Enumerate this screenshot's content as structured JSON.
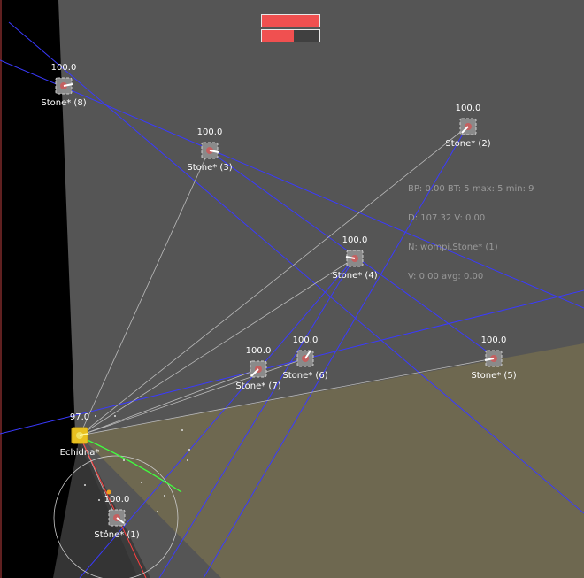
{
  "hud": {
    "bar1_fraction": 1.0,
    "bar2_fraction": 0.55,
    "fill_color": "#f05050"
  },
  "debug": {
    "line1": "BP: 0.00 BT: 5 max: 5 min: 9",
    "line2": "D: 107.32 V: 0.00",
    "line3": "N: wompi.Stone* (1)",
    "line4": "V: 0.00 avg: 0.00"
  },
  "robots": [
    {
      "id": "echidna",
      "name": "Echidna*",
      "energy": "97.0",
      "team": "own",
      "body_color": "#e8c020"
    },
    {
      "id": "stone1",
      "name": "Stone* (1)",
      "energy": "100.0",
      "team": "enemy",
      "body_color": "#8a8a8a"
    },
    {
      "id": "stone2",
      "name": "Stone* (2)",
      "energy": "100.0",
      "team": "enemy",
      "body_color": "#8a8a8a"
    },
    {
      "id": "stone3",
      "name": "Stone* (3)",
      "energy": "100.0",
      "team": "enemy",
      "body_color": "#8a8a8a"
    },
    {
      "id": "stone4",
      "name": "Stone* (4)",
      "energy": "100.0",
      "team": "enemy",
      "body_color": "#8a8a8a"
    },
    {
      "id": "stone5",
      "name": "Stone* (5)",
      "energy": "100.0",
      "team": "enemy",
      "body_color": "#8a8a8a"
    },
    {
      "id": "stone6",
      "name": "Stone* (6)",
      "energy": "100.0",
      "team": "enemy",
      "body_color": "#8a8a8a"
    },
    {
      "id": "stone7",
      "name": "Stone* (7)",
      "energy": "100.0",
      "team": "enemy",
      "body_color": "#8a8a8a"
    },
    {
      "id": "stone8",
      "name": "Stone* (8)",
      "energy": "100.0",
      "team": "enemy",
      "body_color": "#8a8a8a"
    }
  ],
  "colors": {
    "background": "#000000",
    "field": "#555555",
    "danger_zone": "#6e6850",
    "scan_line": "#3a3aff",
    "aim_line": "#bbbbbb",
    "path_line": "#40ff40",
    "label_text": "#ffffff",
    "debug_text": "#9a9a9a"
  }
}
